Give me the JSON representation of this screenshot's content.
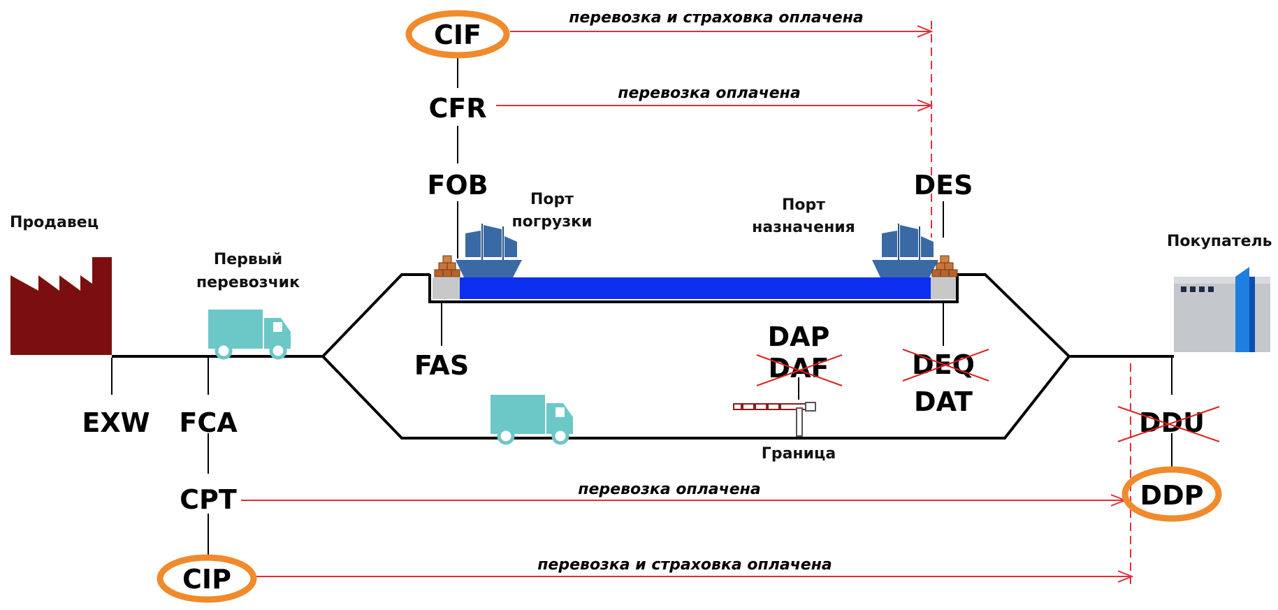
{
  "colors": {
    "arrow": "#e0303a",
    "highlight": "#f08a2c",
    "water": "#0c2ff0",
    "factory": "#7b0f0f",
    "truck": "#6cc7c7",
    "ship": "#3a6aa6",
    "cross": "#e02020"
  },
  "places": {
    "seller": "Продавец",
    "first_carrier_line1": "Первый",
    "first_carrier_line2": "перевозчик",
    "load_port_line1": "Порт",
    "load_port_line2": "погрузки",
    "dest_port_line1": "Порт",
    "dest_port_line2": "назначения",
    "buyer": "Покупатель",
    "border": "Граница"
  },
  "terms": {
    "cif": "CIF",
    "cfr": "CFR",
    "fob": "FOB",
    "des": "DES",
    "fas": "FAS",
    "dap": "DAP",
    "daf": "DAF",
    "deq": "DEQ",
    "dat": "DAT",
    "exw": "EXW",
    "fca": "FCA",
    "cpt": "CPT",
    "cip": "CIP",
    "ddu": "DDU",
    "ddp": "DDP"
  },
  "arrows": {
    "cif_note": "перевозка и страховка оплачена",
    "cfr_note": "перевозка оплачена",
    "cpt_note": "перевозка оплачена",
    "cip_note": "перевозка и страховка оплачена"
  },
  "icons": {
    "factory": "factory-icon",
    "truck": "truck-icon",
    "ship": "sailing-ship-icon",
    "cargo": "cargo-stack-icon",
    "building": "buyer-building-icon",
    "barrier": "border-barrier-icon"
  }
}
